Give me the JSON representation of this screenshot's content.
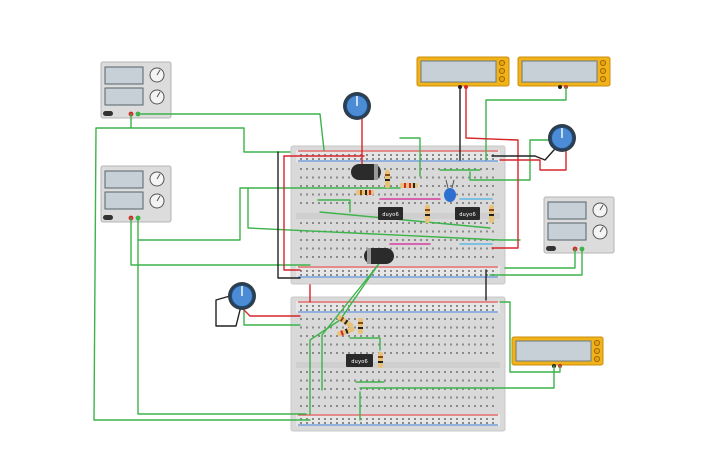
{
  "ic_chips": [
    {
      "label": "duyo6"
    },
    {
      "label": "duyo6"
    },
    {
      "label": "duyo6"
    }
  ],
  "colors": {
    "canvas": "#ffffff",
    "breadboard": "#d9d9d9",
    "rail_red": "#e03030",
    "rail_blue": "#3a7bd5",
    "wire_green": "#3db34a",
    "wire_red": "#d6262b",
    "wire_black": "#222222",
    "wire_pink": "#d63ca0",
    "wire_cyan": "#5fb8e6",
    "multimeter_body": "#f1b21a",
    "multimeter_screen": "#c7d0d6",
    "power_supply_body": "#dcdcdc",
    "pot_knob": "#4c8bd6",
    "chip": "#2a2a2a",
    "capacitor": "#2b2b2b"
  },
  "icons": {
    "multimeter": "multimeter-icon",
    "power_supply": "power-supply-icon",
    "potentiometer": "potentiometer-icon",
    "resistor": "resistor-icon",
    "capacitor": "capacitor-icon",
    "chip": "ic-chip-icon"
  }
}
